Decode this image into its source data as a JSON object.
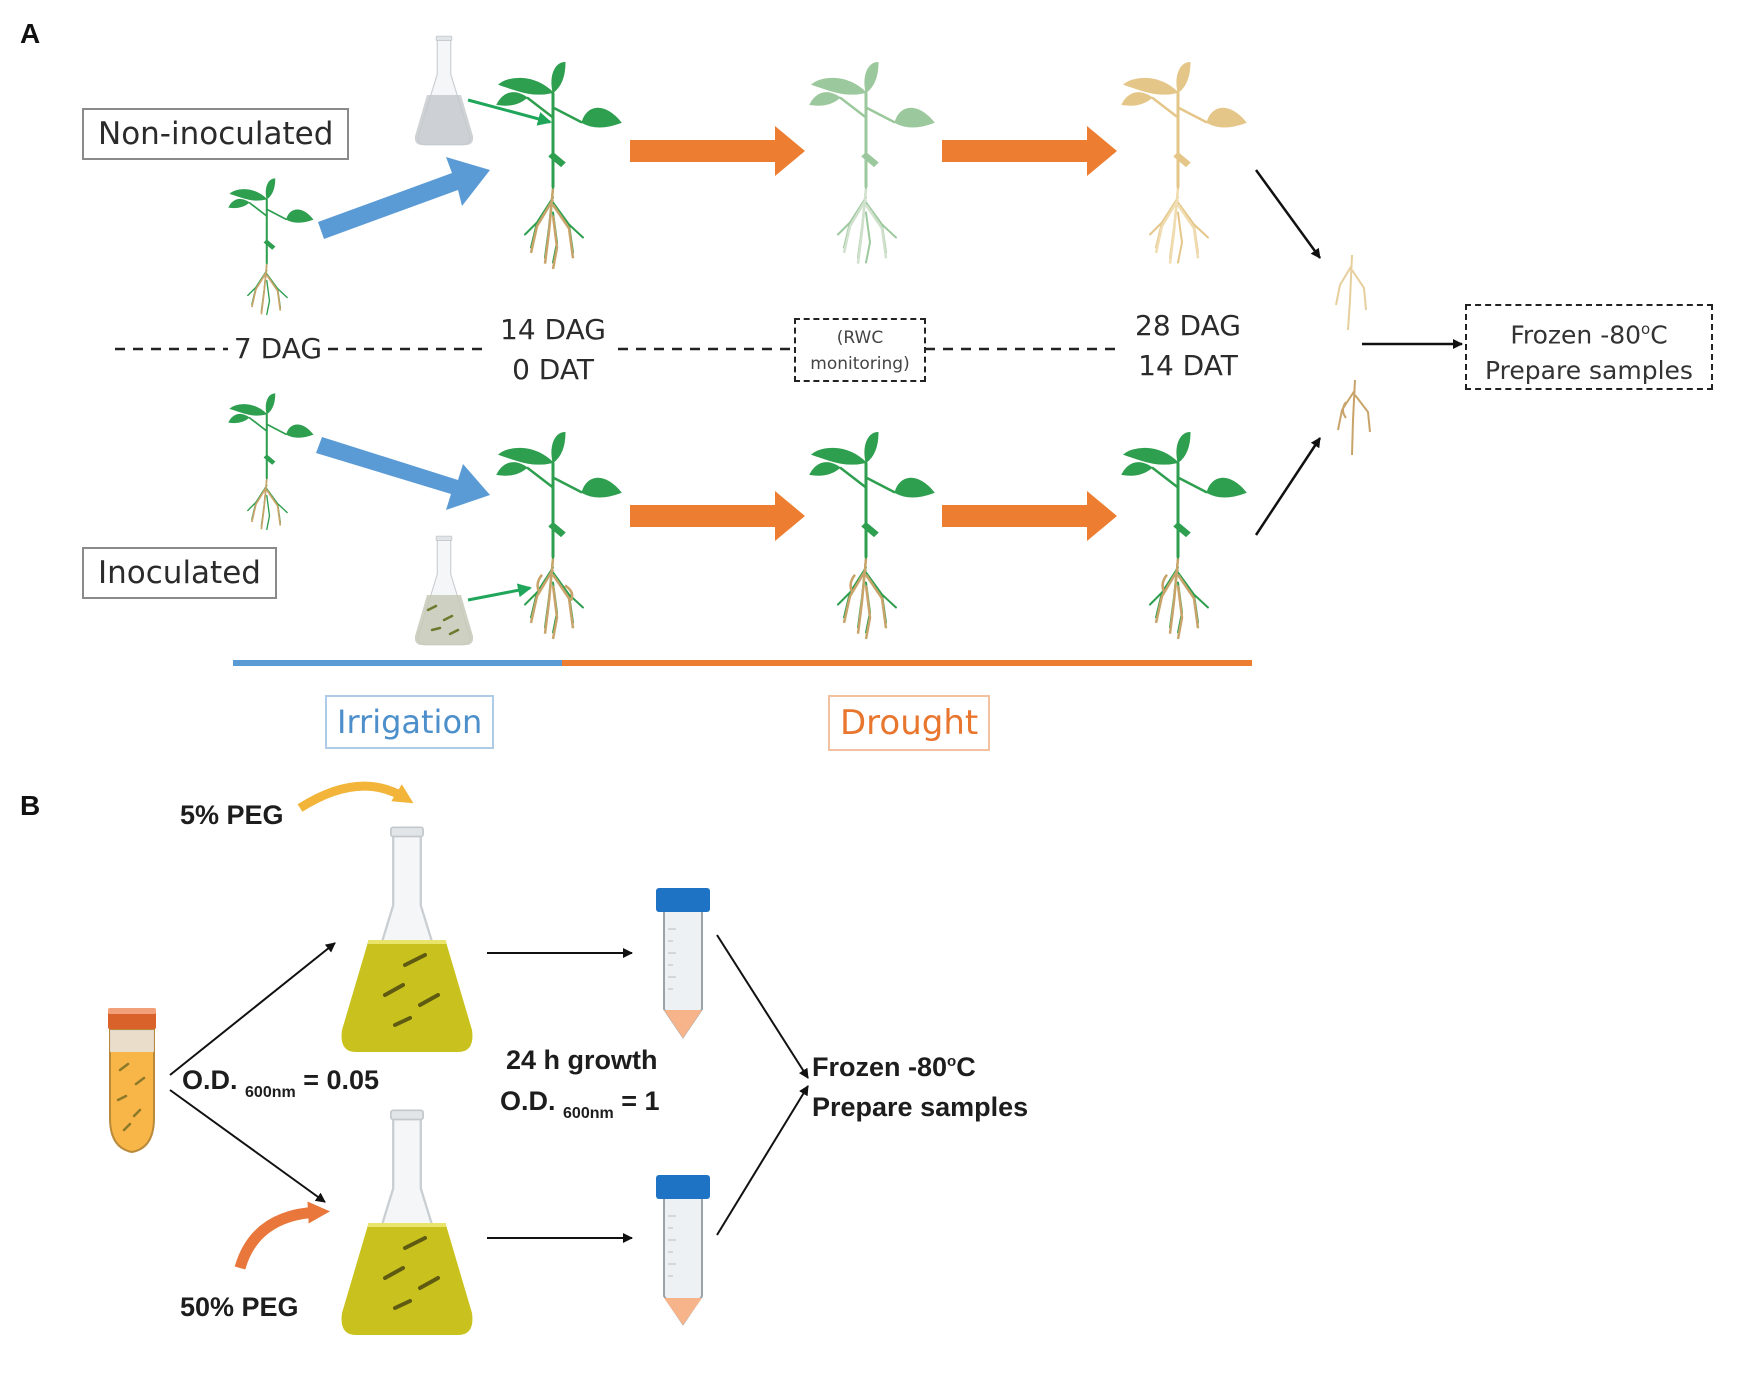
{
  "panel_a": {
    "letter": "A",
    "non_inoculated_label": "Non-inoculated",
    "inoculated_label": "Inoculated",
    "timeline": {
      "t1": "7 DAG",
      "t2_line1": "14 DAG",
      "t2_line2": "0 DAT",
      "rwc_line1": "(RWC",
      "rwc_line2": "monitoring)",
      "t4_line1": "28 DAG",
      "t4_line2": "14 DAT"
    },
    "result_line1_prefix": "Frozen -80",
    "result_line1_sup": "o",
    "result_line1_suffix": "C",
    "result_line2": "Prepare samples",
    "irrigation_label": "Irrigation",
    "drought_label": "Drought"
  },
  "panel_b": {
    "letter": "B",
    "peg_low": "5% PEG",
    "peg_high": "50% PEG",
    "od_start_prefix": "O.D. ",
    "od_start_sub": "600nm",
    "od_start_value": " = 0.05",
    "growth_label": "24 h growth",
    "od_end_prefix": "O.D. ",
    "od_end_sub": "600nm",
    "od_end_value": " = 1",
    "result_line1_prefix": "Frozen -80",
    "result_line1_sup": "o",
    "result_line1_suffix": "C",
    "result_line2": "Prepare samples"
  },
  "colors": {
    "irrigation_blue": "#5b9bd5",
    "drought_orange": "#ed7d31",
    "leaf_green": "#2e9e4f",
    "leaf_pale_green": "#8bbf8c",
    "leaf_dry": "#e2c07d",
    "root": "#c8a46a",
    "culture_yellow": "#c9c21e",
    "peg_low_arrow": "#f2b53a",
    "peg_high_arrow": "#e9773c",
    "tube_cap_blue": "#1f73c4",
    "tube_cap_orange": "#d9622b"
  }
}
